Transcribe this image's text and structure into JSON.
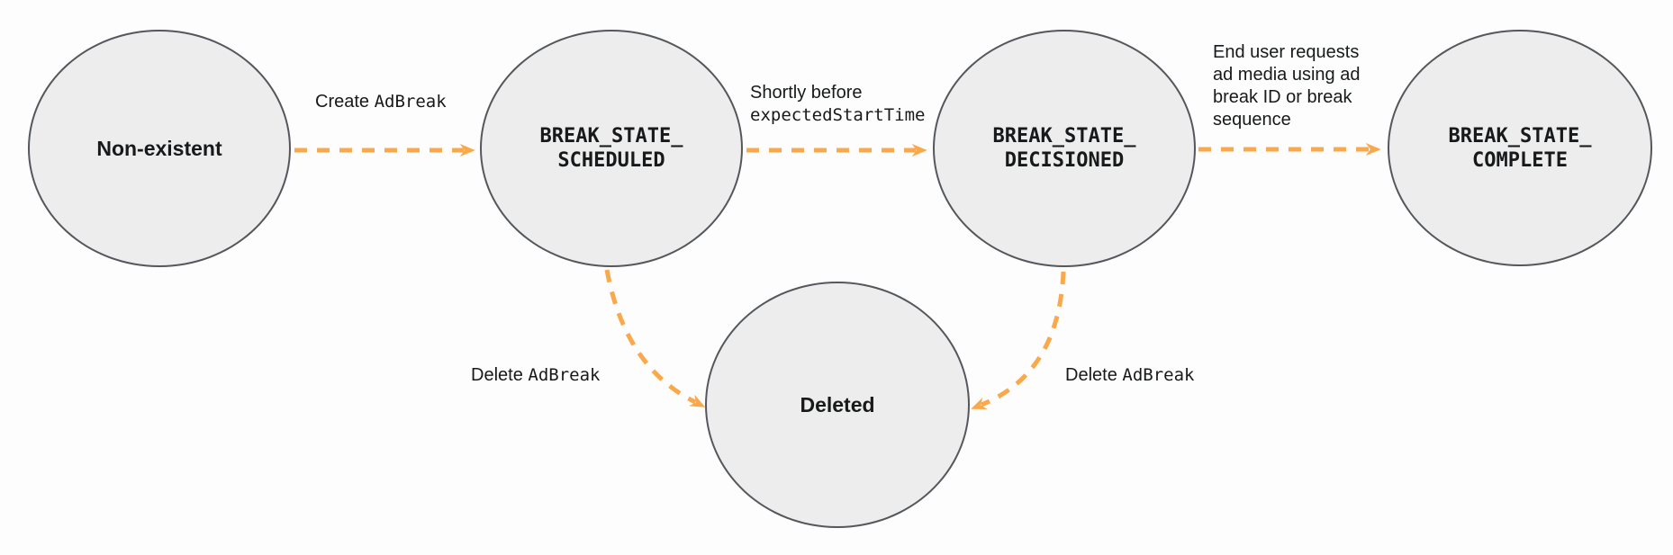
{
  "diagram": {
    "colors": {
      "arrow": "#F9A94C",
      "node_fill": "#ededed",
      "node_border": "#54575b",
      "text": "#17191a"
    },
    "nodes": [
      {
        "id": "non-existent",
        "label": "Non-existent"
      },
      {
        "id": "break-state-scheduled",
        "label": "BREAK_STATE_\nSCHEDULED"
      },
      {
        "id": "break-state-decisioned",
        "label": "BREAK_STATE_\nDECISIONED"
      },
      {
        "id": "break-state-complete",
        "label": "BREAK_STATE_\nCOMPLETE"
      },
      {
        "id": "deleted",
        "label": "Deleted"
      }
    ],
    "edges": [
      {
        "from": "non-existent",
        "to": "break-state-scheduled",
        "label_plain": "Create ",
        "label_code": "AdBreak"
      },
      {
        "from": "break-state-scheduled",
        "to": "break-state-decisioned",
        "label_plain": "Shortly before",
        "label_code": "expectedStartTime"
      },
      {
        "from": "break-state-decisioned",
        "to": "break-state-complete",
        "label": "End user requests\nad media using ad\nbreak ID or break\nsequence"
      },
      {
        "from": "break-state-scheduled",
        "to": "deleted",
        "label_plain": "Delete ",
        "label_code": "AdBreak"
      },
      {
        "from": "break-state-decisioned",
        "to": "deleted",
        "label_plain": "Delete ",
        "label_code": "AdBreak"
      }
    ]
  }
}
